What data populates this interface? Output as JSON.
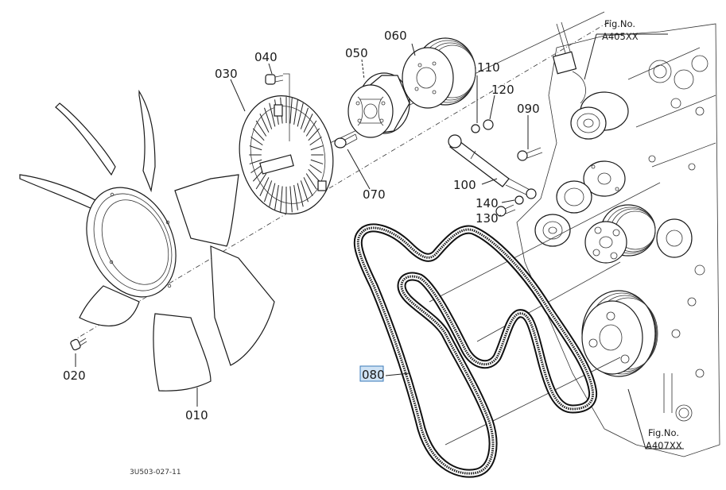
{
  "diagram": {
    "type": "exploded-parts-view",
    "drawing_code": "3U503-027-11",
    "parts": [
      {
        "ref": "010",
        "name": "fan"
      },
      {
        "ref": "020",
        "name": "bolt"
      },
      {
        "ref": "030",
        "name": "fan-clutch"
      },
      {
        "ref": "040",
        "name": "bolt"
      },
      {
        "ref": "050",
        "name": "spacer-pulley"
      },
      {
        "ref": "060",
        "name": "fan-pulley"
      },
      {
        "ref": "070",
        "name": "bolt"
      },
      {
        "ref": "080",
        "name": "v-ribbed-belt",
        "highlighted": true
      },
      {
        "ref": "090",
        "name": "tensioner-damper"
      },
      {
        "ref": "100",
        "name": "bolt"
      },
      {
        "ref": "110",
        "name": "washer"
      },
      {
        "ref": "120",
        "name": "nut"
      },
      {
        "ref": "130",
        "name": "bolt"
      },
      {
        "ref": "140",
        "name": "washer"
      }
    ],
    "figure_refs": [
      {
        "line1": "Fig.No.",
        "line2": "A405XX"
      },
      {
        "line1": "Fig.No.",
        "line2": "A407XX"
      }
    ],
    "highlight_color": "#cfe3f5",
    "highlight_border": "#3a78b8"
  }
}
